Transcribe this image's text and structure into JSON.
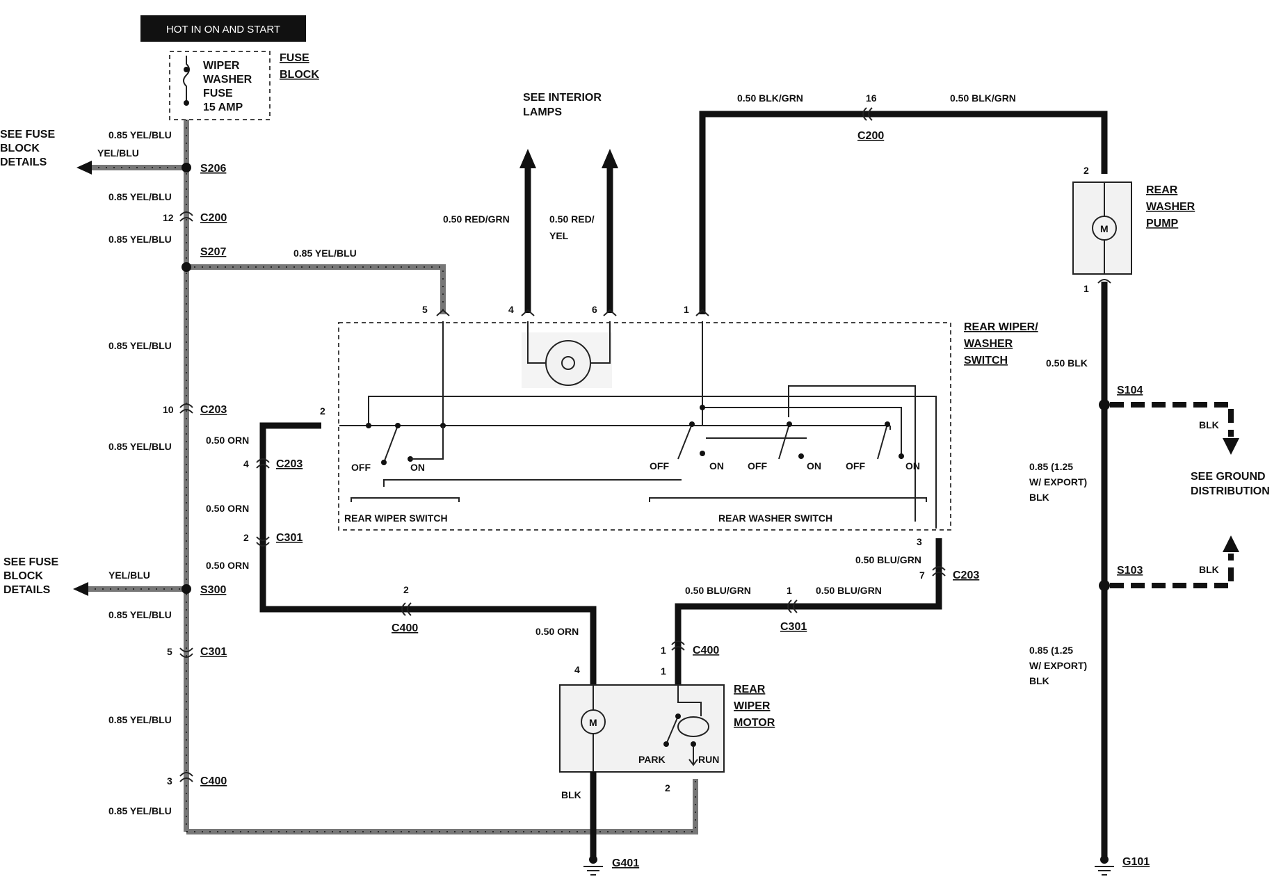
{
  "header": "HOT IN ON AND START",
  "fuse": {
    "l1": "WIPER",
    "l2": "WASHER",
    "l3": "FUSE",
    "l4": "15 AMP",
    "block_l1": "FUSE",
    "block_l2": "BLOCK"
  },
  "see_fuse_block": {
    "l1": "SEE FUSE",
    "l2": "BLOCK",
    "l3": "DETAILS"
  },
  "see_interior": {
    "l1": "SEE INTERIOR",
    "l2": "LAMPS"
  },
  "see_ground": {
    "l1": "SEE GROUND",
    "l2": "DISTRIBUTION"
  },
  "wires": {
    "yel_blu_085": "0.85 YEL/BLU",
    "yel_blu": "YEL/BLU",
    "orn_050": "0.50 ORN",
    "red_grn_050": "0.50 RED/GRN",
    "red_yel_l1": "0.50 RED/",
    "red_yel_l2": "YEL",
    "blk_grn_050": "0.50 BLK/GRN",
    "blu_grn_050": "0.50 BLU/GRN",
    "blk_050": "0.50 BLK",
    "blk": "BLK",
    "blk_085_l1": "0.85 (1.25",
    "blk_085_l2": "W/ EXPORT)",
    "blk_085_l3": "BLK"
  },
  "splices": {
    "s206": "S206",
    "s207": "S207",
    "s300": "S300",
    "s104": "S104",
    "s103": "S103"
  },
  "connectors": {
    "c200": "C200",
    "c203": "C203",
    "c301": "C301",
    "c400": "C400"
  },
  "grounds": {
    "g401": "G401",
    "g101": "G101"
  },
  "pins": {
    "p1": "1",
    "p2": "2",
    "p3": "3",
    "p4": "4",
    "p5": "5",
    "p6": "6",
    "p7": "7",
    "p10": "10",
    "p12": "12",
    "p16": "16"
  },
  "components": {
    "switch_l1": "REAR WIPER/",
    "switch_l2": "WASHER",
    "switch_l3": "SWITCH",
    "wiper_switch": "REAR WIPER SWITCH",
    "washer_switch": "REAR WASHER SWITCH",
    "pump_l1": "REAR",
    "pump_l2": "WASHER",
    "pump_l3": "PUMP",
    "motor_l1": "REAR",
    "motor_l2": "WIPER",
    "motor_l3": "MOTOR",
    "off": "OFF",
    "on": "ON",
    "park": "PARK",
    "run": "RUN",
    "m": "M"
  }
}
